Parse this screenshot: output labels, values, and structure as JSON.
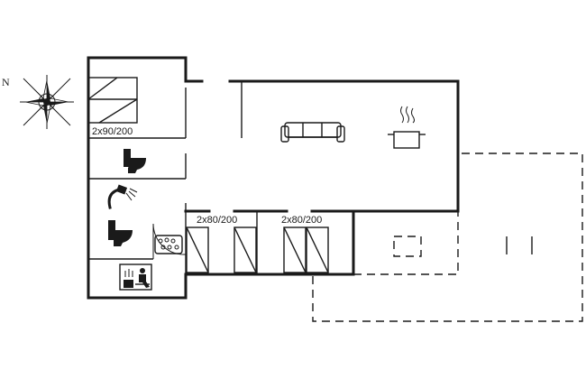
{
  "compass": {
    "north_label": "N"
  },
  "rooms": {
    "bedroom_1": {
      "bed_label": "2x90/200"
    },
    "bedroom_2": {
      "bed_label": "2x80/200"
    },
    "bedroom_3": {
      "bed_label": "2x80/200"
    }
  },
  "icons": {
    "compass": "compass-rose-icon",
    "sofa": "sofa-icon",
    "cooking_pot": "cooking-pot-icon",
    "toilet_1": "toilet-icon",
    "toilet_2": "toilet-icon",
    "shower": "shower-icon",
    "whirlpool": "whirlpool-icon",
    "sauna": "sauna-icon"
  }
}
